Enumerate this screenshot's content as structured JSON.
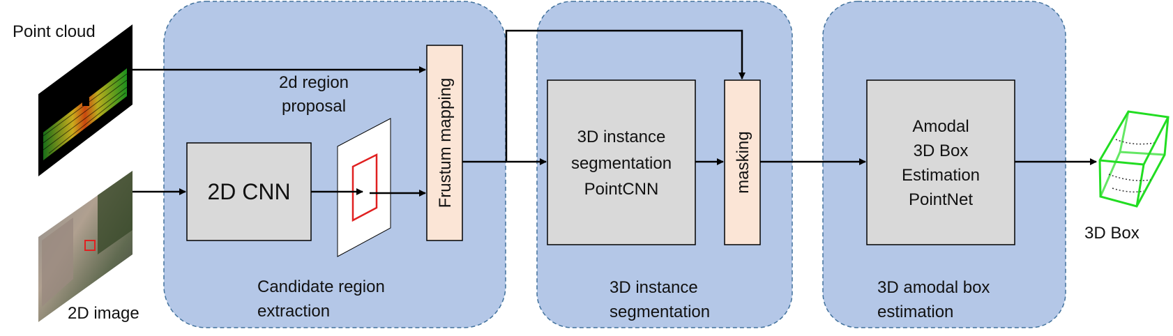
{
  "colors": {
    "stage_fill": "#b4c7e7",
    "stage_border": "#41719c",
    "block_fill": "#d9d9d9",
    "mask_fill": "#fbe5d6",
    "arrow": "#000000",
    "box_green": "#22dd22",
    "region_red": "#e02020"
  },
  "inputs": {
    "point_cloud_label": "Point cloud",
    "image_label": "2D image"
  },
  "stages": {
    "candidate": {
      "title_line1": "Candidate region",
      "title_line2": "extraction"
    },
    "instance": {
      "title_line1": "3D instance",
      "title_line2": "segmentation"
    },
    "amodal": {
      "title_line1": "3D amodal box",
      "title_line2": "estimation"
    }
  },
  "blocks": {
    "cnn": "2D CNN",
    "frustum": "Frustum mapping",
    "seg_line1": "3D instance",
    "seg_line2": "segmentation",
    "seg_line3": "PointCNN",
    "masking": "masking",
    "box_line1": "Amodal",
    "box_line2": "3D Box",
    "box_line3": "Estimation",
    "box_line4": "PointNet"
  },
  "annotations": {
    "region_line1": "2d region",
    "region_line2": "proposal"
  },
  "output": {
    "label": "3D Box"
  }
}
